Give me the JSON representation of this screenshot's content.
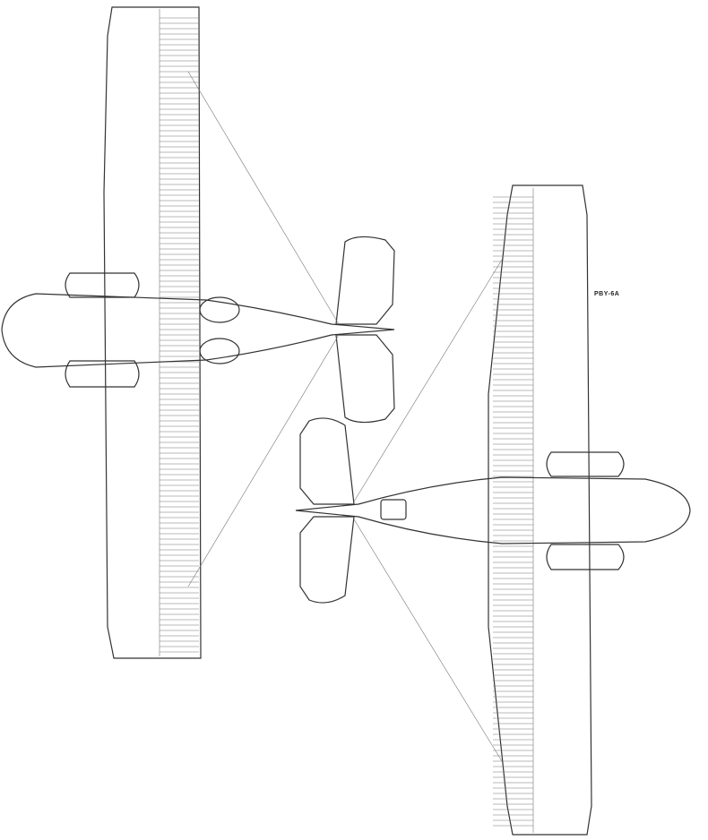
{
  "drawing": {
    "label": "PBY-6A",
    "views": [
      "aircraft-top-view",
      "aircraft-bottom-view"
    ],
    "line_color": "#333333",
    "background": "#ffffff"
  }
}
